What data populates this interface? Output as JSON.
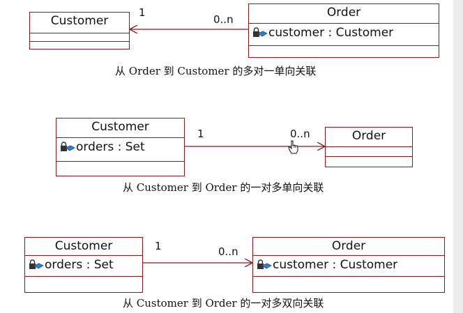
{
  "diagram1": {
    "customer": {
      "name": "Customer"
    },
    "order": {
      "name": "Order",
      "attr": "customer : Customer"
    },
    "mult_customer": "1",
    "mult_order": "0..n",
    "caption": "从 Order 到 Customer 的多对一单向关联"
  },
  "diagram2": {
    "customer": {
      "name": "Customer",
      "attr": "orders : Set"
    },
    "order": {
      "name": "Order"
    },
    "mult_customer": "1",
    "mult_order": "0..n",
    "caption": "从 Customer 到 Order 的一对多单向关联"
  },
  "diagram3": {
    "customer": {
      "name": "Customer",
      "attr": "orders : Set"
    },
    "order": {
      "name": "Order",
      "attr": "customer : Customer"
    },
    "mult_customer": "1",
    "mult_order": "0..n",
    "caption": "从 Customer 到 Order 的一对多双向关联"
  },
  "icons": {
    "attribute": "attribute-lock-icon",
    "cursor": "hand-pointer-icon"
  },
  "colors": {
    "class_border": "#8b1a1a",
    "association": "#8b1a1a",
    "text": "#111111"
  }
}
